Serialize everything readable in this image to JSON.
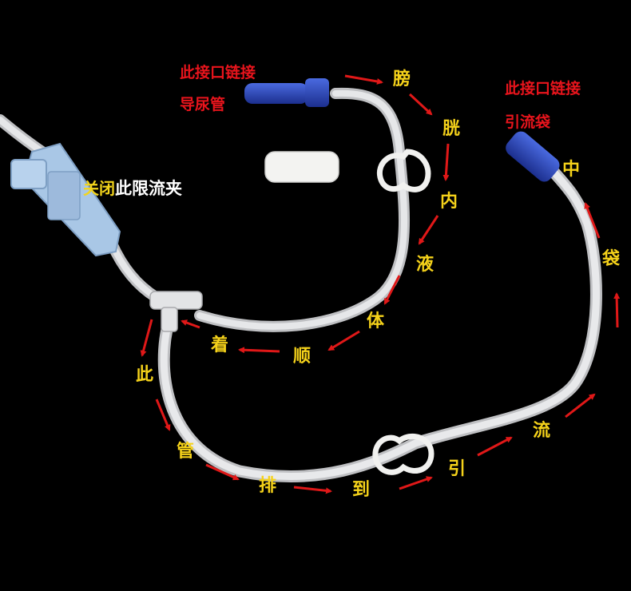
{
  "labels": {
    "left_connector": [
      "此接口链接",
      "导尿管"
    ],
    "right_connector": [
      "此接口链接",
      "引流袋"
    ],
    "clamp_note": [
      "关闭",
      "此限流夹"
    ]
  },
  "flow_path": [
    "膀",
    "胱",
    "内",
    "液",
    "体",
    "顺",
    "着",
    "此",
    "管",
    "排",
    "到",
    "引",
    "流",
    "袋",
    "中"
  ],
  "colors": {
    "background": "#000000",
    "annotation_red": "#e8141c",
    "annotation_yellow": "#f3d51c",
    "arrow_red": "#e01818",
    "tube": "#d9dadc",
    "connector_blue": "#2a46b8",
    "clamp_light_blue": "#a9c7e6"
  }
}
